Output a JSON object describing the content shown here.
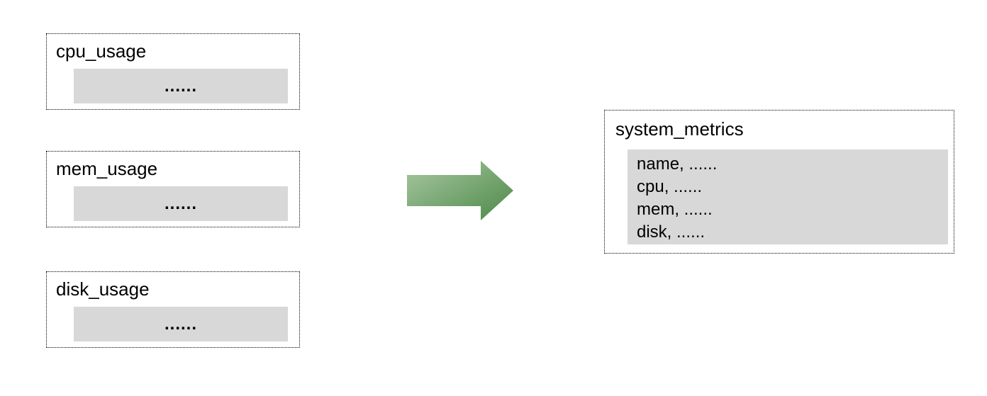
{
  "source_tables": [
    {
      "title": "cpu_usage",
      "placeholder": "......"
    },
    {
      "title": "mem_usage",
      "placeholder": "......"
    },
    {
      "title": "disk_usage",
      "placeholder": "......"
    }
  ],
  "arrow": {
    "direction": "right",
    "gradient_from": "#a9c8a2",
    "gradient_to": "#4c8847"
  },
  "result_table": {
    "title": "system_metrics",
    "rows": [
      "name, ......",
      "cpu, ......",
      "mem, ......",
      "disk, ......"
    ]
  },
  "colors": {
    "panel_fill": "#d8d8d8",
    "border": "#000000",
    "text": "#000000",
    "background": "#ffffff"
  }
}
